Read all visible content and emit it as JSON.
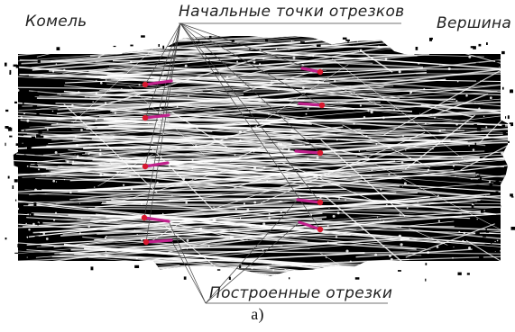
{
  "labels": {
    "butt": "Комель",
    "top": "Вершина",
    "start_points": "Начальные точки отрезков",
    "built_segments": "Построенные отрезки",
    "caption": "а)"
  },
  "colors": {
    "fiber_background": "#000000",
    "fiber_strands": "#ffffff",
    "segment": "#c0218c",
    "start_point": "#d8182e",
    "leader_line": "#444444"
  }
}
